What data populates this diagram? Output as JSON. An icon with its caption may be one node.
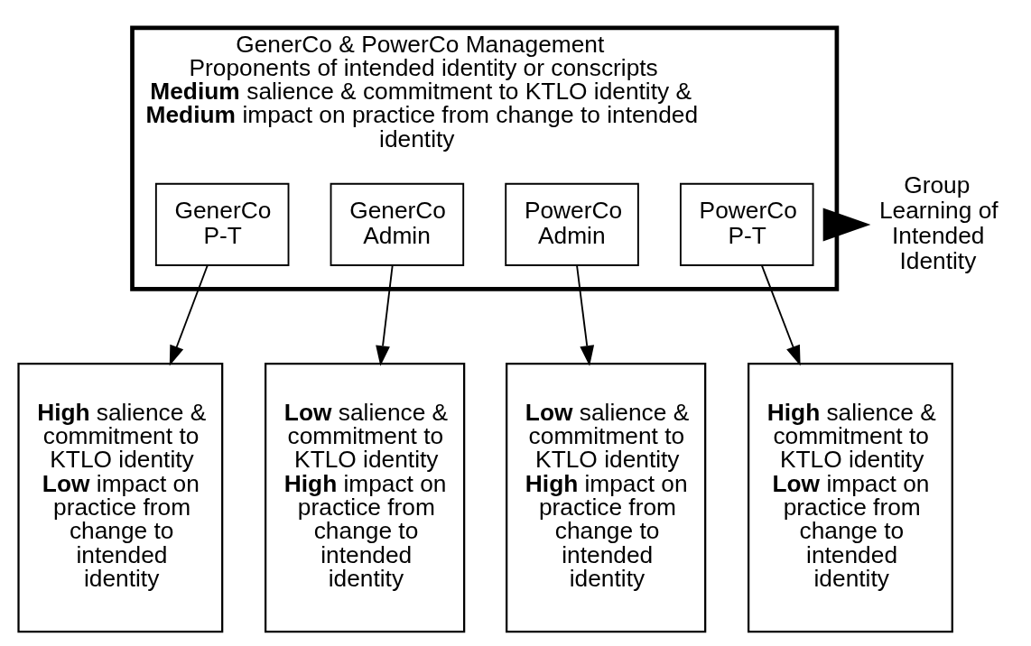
{
  "diagram": {
    "nodes": [
      {
        "text": [
          "GenerCo & PowerCo Management",
          "Proponents of intended identity or conscripts",
          "**Medium** salience & commitment to KTLO identity & **Medium** impact on practice from change to intended identity"
        ]
      },
      {
        "text": [
          "GenerCo P-T"
        ],
        "in": 0
      },
      {
        "text": [
          "GenerCo Admin"
        ],
        "in": 0
      },
      {
        "text": [
          "PowerCo Admin"
        ],
        "in": 0
      },
      {
        "text": [
          "PowerCo P-T"
        ],
        "in": 0
      },
      {
        "text": [
          "Group Learning of Intended Identity"
        ]
      },
      {
        "text": [
          "**High** salience & commitment to KTLO identity **Low** impact on practice from change to intended identity"
        ]
      },
      {
        "text": [
          "**Low** salience & commitment to KTLO identity **High** impact on practice from change to intended identity"
        ]
      },
      {
        "text": [
          "**Low** salience & commitment to KTLO identity **High** impact on practice from change to intended identity"
        ]
      },
      {
        "text": [
          "**High** salience & commitment to KTLO identity **Low** impact on practice from change to intended identity"
        ]
      }
    ],
    "edges": [
      {
        "from": 0,
        "to": 5,
        "arrow": "to",
        "style": "thick"
      },
      {
        "from": 1,
        "to": 6,
        "arrow": "to"
      },
      {
        "from": 2,
        "to": 7,
        "arrow": "to"
      },
      {
        "from": 3,
        "to": 8,
        "arrow": "to"
      },
      {
        "from": 4,
        "to": 9,
        "arrow": "to"
      }
    ]
  }
}
